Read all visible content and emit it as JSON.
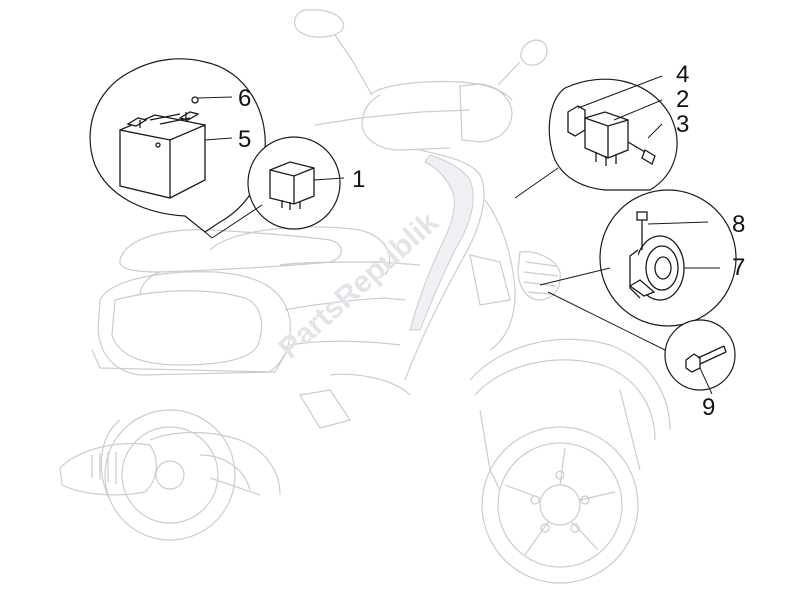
{
  "watermark": "PartsRepublik",
  "callouts": [
    {
      "id": "1",
      "label": "1"
    },
    {
      "id": "2",
      "label": "2"
    },
    {
      "id": "3",
      "label": "3"
    },
    {
      "id": "4",
      "label": "4"
    },
    {
      "id": "5",
      "label": "5"
    },
    {
      "id": "6",
      "label": "6"
    },
    {
      "id": "7",
      "label": "7"
    },
    {
      "id": "8",
      "label": "8"
    },
    {
      "id": "9",
      "label": "9"
    }
  ]
}
